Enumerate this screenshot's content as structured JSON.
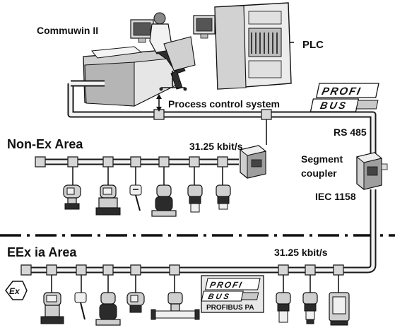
{
  "labels": {
    "commuwin": "Commuwin II",
    "plc": "PLC",
    "process_control": "Process control system",
    "rs485": "RS 485",
    "non_ex_area": "Non-Ex Area",
    "rate_top": "31.25 kbit/s",
    "segment_coupler_1": "Segment",
    "segment_coupler_2": "coupler",
    "iec": "IEC 1158",
    "eex_area": "EEx ia Area",
    "rate_bottom": "31.25 kbit/s",
    "profibus_pa": "PROFIBUS PA",
    "ex_symbol": "Ex"
  },
  "profibus_logo_top": {
    "row1": "PROFI",
    "row2": "BUS"
  },
  "profibus_logo_bottom": {
    "row1": "PROFI",
    "row2": "BUS"
  }
}
